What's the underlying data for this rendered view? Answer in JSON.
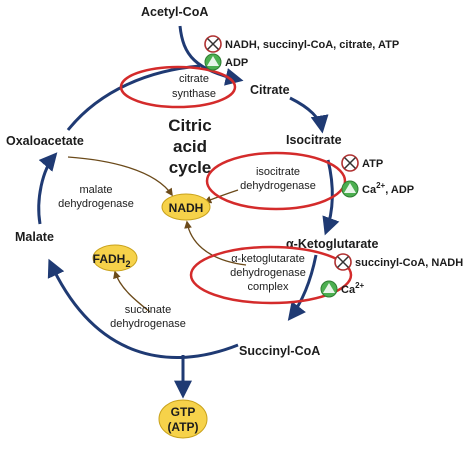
{
  "title": [
    "Citric",
    "acid",
    "cycle"
  ],
  "metabolites": {
    "acetyl_coa": "Acetyl-CoA",
    "citrate": "Citrate",
    "isocitrate": "Isocitrate",
    "alpha_ketoglutarate": "α-Ketoglutarate",
    "succinyl_coa": "Succinyl-CoA",
    "malate": "Malate",
    "oxaloacetate": "Oxaloacetate",
    "nadh": "NADH",
    "fadh2_base": "FADH",
    "fadh2_sub": "2",
    "gtp_line1": "GTP",
    "gtp_line2": "(ATP)"
  },
  "enzymes": {
    "citrate_synthase": [
      "citrate",
      "synthase"
    ],
    "isocitrate_dh": [
      "isocitrate",
      "dehydrogenase"
    ],
    "akg_dh": [
      "α-ketoglutarate",
      "dehydrogenase",
      "complex"
    ],
    "malate_dh": [
      "malate",
      "dehydrogenase"
    ],
    "succinate_dh": [
      "succinate",
      "dehydrogenase"
    ]
  },
  "regulators": {
    "citrate_synthase_inhibitors": "NADH, succinyl-CoA, citrate, ATP",
    "citrate_synthase_activators": "ADP",
    "isocitrate_dh_inhibitors": "ATP",
    "isocitrate_dh_activators_prefix": "Ca",
    "isocitrate_dh_activators_sup": "2+",
    "isocitrate_dh_activators_suffix": ", ADP",
    "akg_dh_inhibitors": "succinyl-CoA, NADH",
    "akg_dh_activators_prefix": "Ca",
    "akg_dh_activators_sup": "2+"
  },
  "colors": {
    "cycle_arrow": "#1f3a73",
    "highlight_oval": "#d42b2b",
    "inhibitor_symbol": "#b03030",
    "activator_symbol": "#4caf50",
    "cofactor_fill": "#f6d24a"
  }
}
